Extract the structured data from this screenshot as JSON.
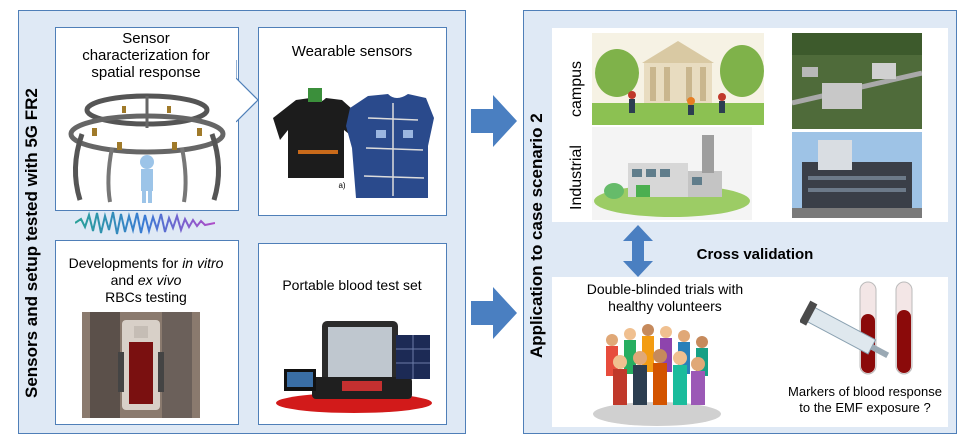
{
  "left_vertical_label": "Sensors and setup tested with 5G FR2",
  "right_vertical_label": "Application to case scenario 2",
  "sensor_char": {
    "line1": "Sensor",
    "line2": "characterization for",
    "line3": "spatial response"
  },
  "wearable": {
    "title": "Wearable sensors",
    "tiny": "a)"
  },
  "developments": {
    "pre": "Developments for ",
    "invitro": "in vitro",
    "and": "and ",
    "exvivo": "ex vivo",
    "line3": "RBCs testing"
  },
  "portable": {
    "title": "Portable blood test set"
  },
  "scenario": {
    "campus": "campus",
    "industrial": "Industrial"
  },
  "cross_validation": "Cross validation",
  "trials": {
    "line1": "Double-blinded trials with",
    "line2": "healthy volunteers"
  },
  "markers": {
    "line1": "Markers of blood response",
    "line2": "to the EMF exposure ?"
  },
  "colors": {
    "panel_fill": "#dfe9f5",
    "panel_border": "#4f7fb8",
    "arrow": "#4a7fc1",
    "blood": "#8b0a0a"
  }
}
